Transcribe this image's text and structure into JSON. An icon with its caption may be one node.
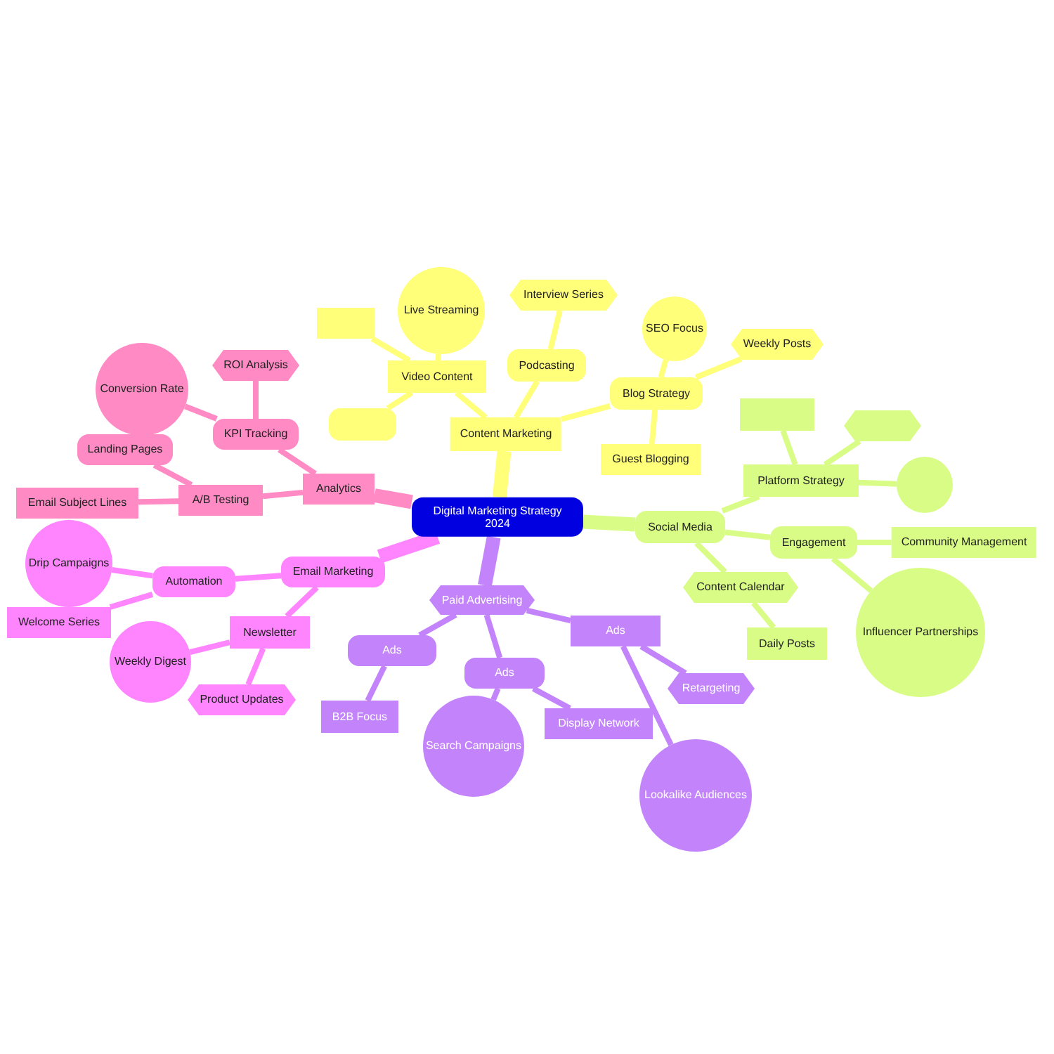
{
  "diagram": {
    "nodes": [
      {
        "text": [
          "Digital Marketing Strategy 2024"
        ]
      },
      {
        "text": [
          "Content Marketing"
        ]
      },
      {
        "text": [
          "Video Content"
        ]
      },
      {
        "text": [],
        "shape": "box"
      },
      {
        "text": [
          "Live Streaming"
        ]
      },
      {
        "text": [],
        "shape": "box"
      },
      {
        "text": [
          "Podcasting"
        ]
      },
      {
        "text": [
          "Interview Series"
        ]
      },
      {
        "text": [
          "Blog Strategy"
        ]
      },
      {
        "text": [
          "SEO Focus"
        ]
      },
      {
        "text": [
          "Weekly Posts"
        ]
      },
      {
        "text": [
          "Guest Blogging"
        ]
      },
      {
        "text": [
          "Social Media"
        ]
      },
      {
        "text": [
          "Platform Strategy"
        ]
      },
      {
        "text": [],
        "shape": "box"
      },
      {
        "text": [],
        "shape": "hexagon"
      },
      {
        "text": [],
        "shape": "circle"
      },
      {
        "text": [
          "Engagement"
        ]
      },
      {
        "text": [
          "Community Management"
        ]
      },
      {
        "text": [
          "Influencer Partnerships"
        ]
      },
      {
        "text": [
          "Content Calendar"
        ]
      },
      {
        "text": [
          "Daily Posts"
        ]
      },
      {
        "text": [
          "Paid Advertising"
        ]
      },
      {
        "text": [
          "Ads"
        ]
      },
      {
        "text": [
          "B2B Focus"
        ]
      },
      {
        "text": [
          "Ads"
        ]
      },
      {
        "text": [
          "Search Campaigns"
        ]
      },
      {
        "text": [
          "Display Network"
        ]
      },
      {
        "text": [
          "Ads"
        ]
      },
      {
        "text": [
          "Lookalike Audiences"
        ]
      },
      {
        "text": [
          "Retargeting"
        ]
      },
      {
        "text": [
          "Email Marketing"
        ]
      },
      {
        "text": [
          "Automation"
        ]
      },
      {
        "text": [
          "Drip Campaigns"
        ]
      },
      {
        "text": [
          "Welcome Series"
        ]
      },
      {
        "text": [
          "Newsletter"
        ]
      },
      {
        "text": [
          "Weekly Digest"
        ]
      },
      {
        "text": [
          "Product Updates"
        ]
      },
      {
        "text": [
          "Analytics"
        ]
      },
      {
        "text": [
          "KPI Tracking"
        ]
      },
      {
        "text": [
          "ROI Analysis"
        ]
      },
      {
        "text": [
          "Conversion Rate"
        ]
      },
      {
        "text": [
          "A/B Testing"
        ]
      },
      {
        "text": [
          "Landing Pages"
        ]
      },
      {
        "text": [
          "Email Subject Lines"
        ]
      }
    ],
    "edges": [
      {
        "from": 0,
        "to": 1,
        "arrow": "none",
        "style": "thick"
      },
      {
        "from": 1,
        "to": 2,
        "arrow": "none"
      },
      {
        "from": 2,
        "to": 3,
        "arrow": "none"
      },
      {
        "from": 2,
        "to": 4,
        "arrow": "none"
      },
      {
        "from": 2,
        "to": 5,
        "arrow": "none"
      },
      {
        "from": 1,
        "to": 6,
        "arrow": "none"
      },
      {
        "from": 6,
        "to": 7,
        "arrow": "none"
      },
      {
        "from": 1,
        "to": 8,
        "arrow": "none"
      },
      {
        "from": 8,
        "to": 9,
        "arrow": "none"
      },
      {
        "from": 8,
        "to": 10,
        "arrow": "none"
      },
      {
        "from": 8,
        "to": 11,
        "arrow": "none"
      },
      {
        "from": 0,
        "to": 12,
        "arrow": "none",
        "style": "thick",
        "color": "#d9fc87"
      },
      {
        "from": 12,
        "to": 13,
        "arrow": "none",
        "color": "#d9fc87"
      },
      {
        "from": 13,
        "to": 14,
        "arrow": "none",
        "color": "#d9fc87"
      },
      {
        "from": 13,
        "to": 15,
        "arrow": "none",
        "color": "#d9fc87"
      },
      {
        "from": 13,
        "to": 16,
        "arrow": "none",
        "color": "#d9fc87"
      },
      {
        "from": 12,
        "to": 17,
        "arrow": "none",
        "color": "#d9fc87"
      },
      {
        "from": 17,
        "to": 18,
        "arrow": "none",
        "color": "#d9fc87"
      },
      {
        "from": 17,
        "to": 19,
        "arrow": "none",
        "color": "#d9fc87"
      },
      {
        "from": 12,
        "to": 20,
        "arrow": "none",
        "color": "#d9fc87"
      },
      {
        "from": 20,
        "to": 21,
        "arrow": "none",
        "color": "#d9fc87"
      },
      {
        "from": 0,
        "to": 22,
        "arrow": "none",
        "style": "thick",
        "color": "#c283fb"
      },
      {
        "from": 22,
        "to": 23,
        "arrow": "none",
        "color": "#c283fb"
      },
      {
        "from": 23,
        "to": 24,
        "arrow": "none",
        "color": "#c283fb"
      },
      {
        "from": 22,
        "to": 25,
        "arrow": "none",
        "color": "#c283fb"
      },
      {
        "from": 25,
        "to": 26,
        "arrow": "none",
        "color": "#c283fb"
      },
      {
        "from": 25,
        "to": 27,
        "arrow": "none",
        "color": "#c283fb"
      },
      {
        "from": 22,
        "to": 28,
        "arrow": "none",
        "color": "#c283fb"
      },
      {
        "from": 28,
        "to": 29,
        "arrow": "none",
        "color": "#c283fb"
      },
      {
        "from": 28,
        "to": 30,
        "arrow": "none",
        "color": "#c283fb"
      },
      {
        "from": 0,
        "to": 31,
        "arrow": "none",
        "style": "thick",
        "color": "#ff85ff"
      },
      {
        "from": 31,
        "to": 32,
        "arrow": "none",
        "color": "#ff85ff"
      },
      {
        "from": 32,
        "to": 33,
        "arrow": "none",
        "color": "#ff85ff"
      },
      {
        "from": 32,
        "to": 34,
        "arrow": "none",
        "color": "#ff85ff"
      },
      {
        "from": 31,
        "to": 35,
        "arrow": "none",
        "color": "#ff85ff"
      },
      {
        "from": 35,
        "to": 36,
        "arrow": "none",
        "color": "#ff85ff"
      },
      {
        "from": 35,
        "to": 37,
        "arrow": "none",
        "color": "#ff85ff"
      },
      {
        "from": 0,
        "to": 38,
        "arrow": "none",
        "style": "thick",
        "color": "#ff8ac4"
      },
      {
        "from": 38,
        "to": 39,
        "arrow": "none",
        "color": "#ff8ac4"
      },
      {
        "from": 39,
        "to": 40,
        "arrow": "none",
        "color": "#ff8ac4"
      },
      {
        "from": 39,
        "to": 41,
        "arrow": "none",
        "color": "#ff8ac4"
      },
      {
        "from": 38,
        "to": 42,
        "arrow": "none",
        "color": "#ff8ac4"
      },
      {
        "from": 42,
        "to": 43,
        "arrow": "none",
        "color": "#ff8ac4"
      },
      {
        "from": 42,
        "to": 44,
        "arrow": "none",
        "color": "#ff8ac4"
      }
    ]
  }
}
